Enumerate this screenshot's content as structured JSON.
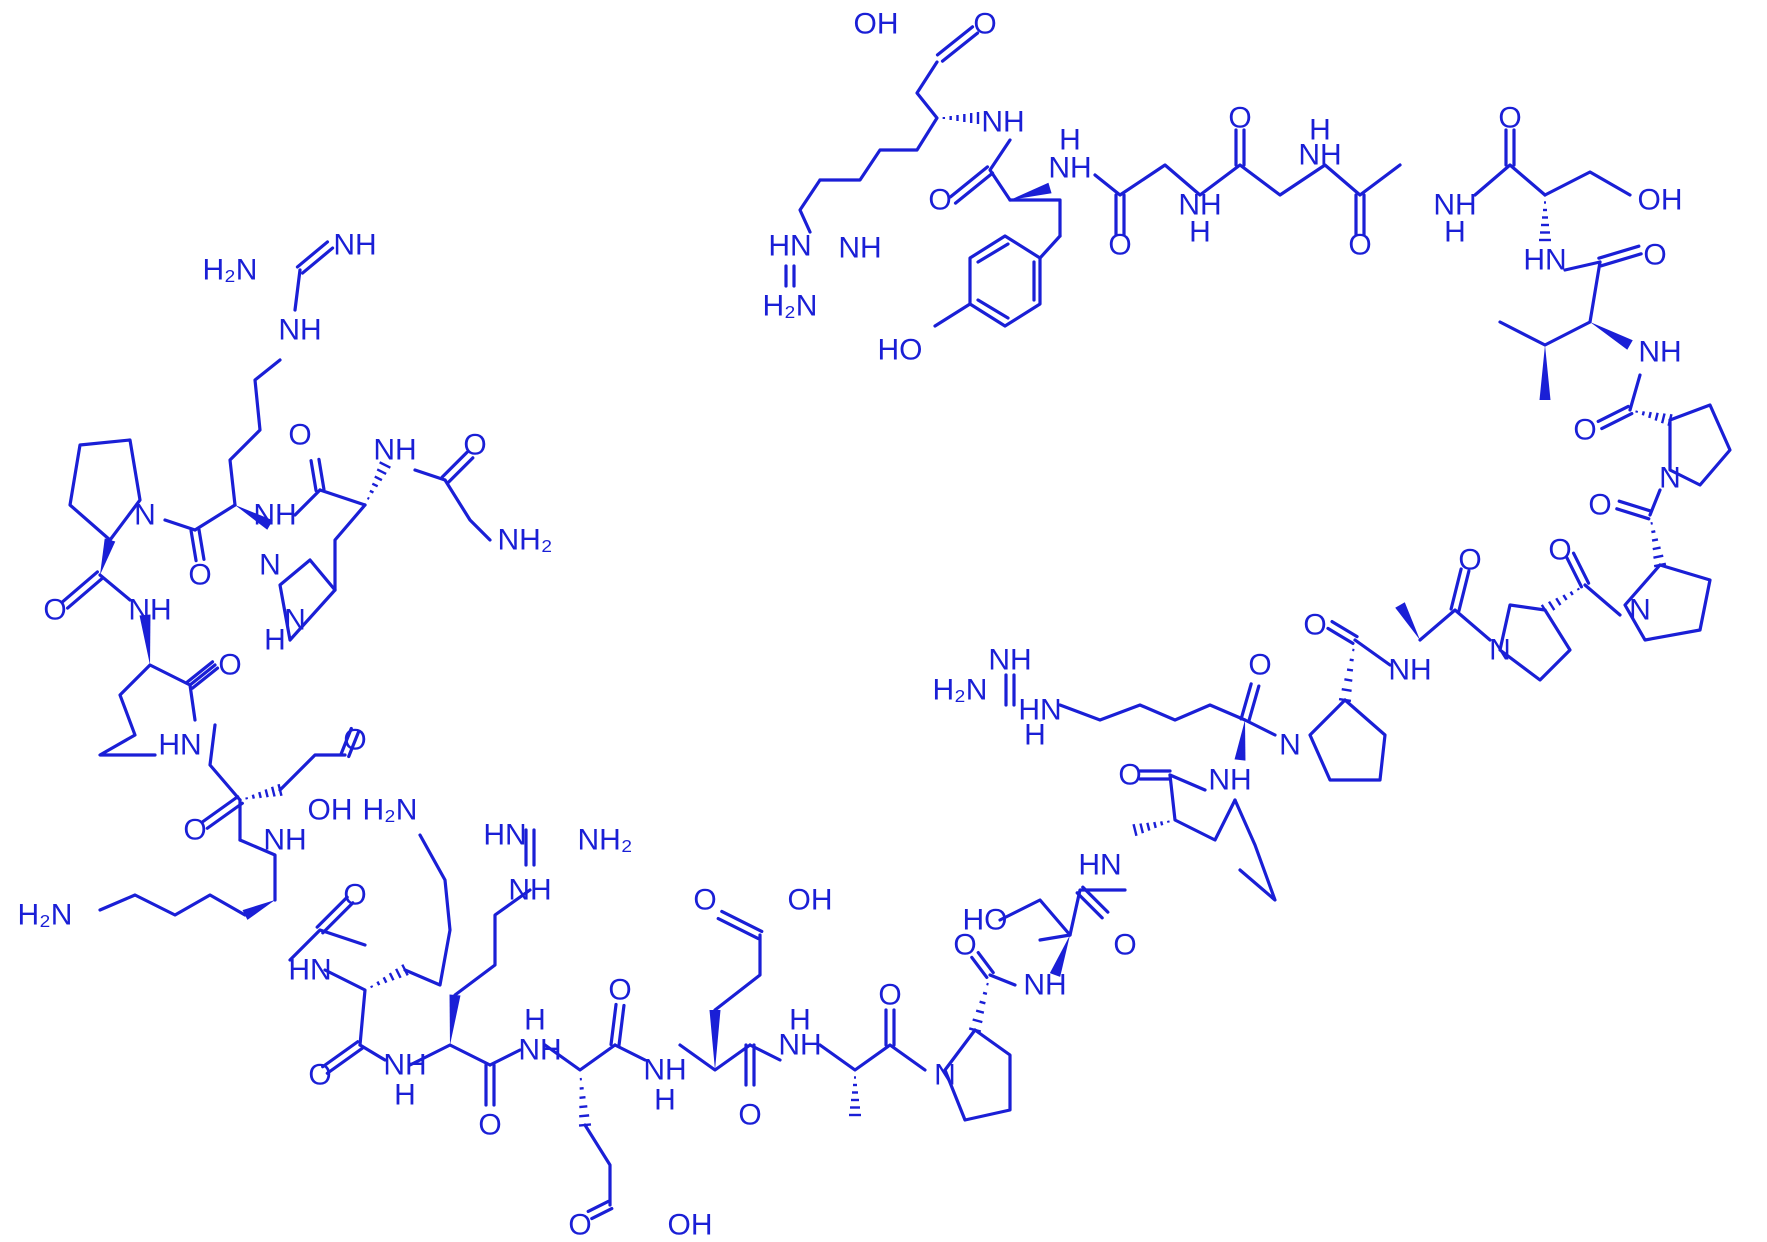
{
  "colors": {
    "bond": "#1a1fd6",
    "background": "#ffffff"
  },
  "labels": {
    "oh": "OH",
    "ho": "HO",
    "o": "O",
    "n": "N",
    "nh": "NH",
    "hn": "HN",
    "h": "H",
    "h2n": "H₂N",
    "nh2": "NH₂"
  }
}
